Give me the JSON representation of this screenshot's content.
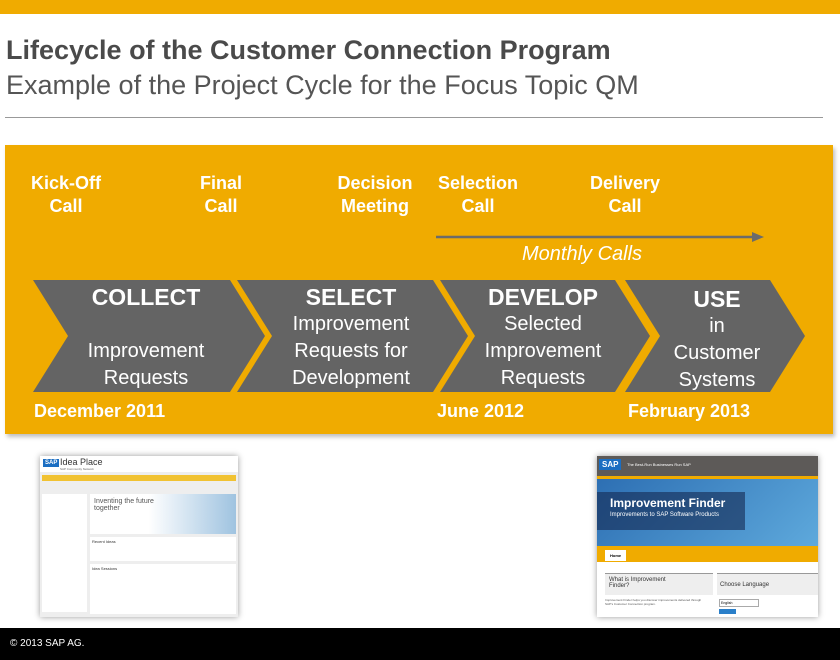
{
  "header": {
    "title": "Lifecycle of the Customer Connection Program",
    "subtitle": "Example of the Project Cycle for the Focus Topic QM"
  },
  "calls": [
    {
      "line1": "Kick-Off",
      "line2": "Call"
    },
    {
      "line1": "Final",
      "line2": "Call"
    },
    {
      "line1": "Decision",
      "line2": "Meeting"
    },
    {
      "line1": "Selection",
      "line2": "Call"
    },
    {
      "line1": "Delivery",
      "line2": "Call"
    }
  ],
  "monthly": "Monthly Calls",
  "phases": [
    {
      "head": "COLLECT",
      "l1": "",
      "l2": "Improvement",
      "l3": "Requests"
    },
    {
      "head": "SELECT",
      "l1": "Improvement",
      "l2": "Requests for",
      "l3": "Development"
    },
    {
      "head": "DEVELOP",
      "l1": "Selected",
      "l2": "Improvement",
      "l3": "Requests"
    },
    {
      "head": "USE",
      "l1": "in",
      "l2": "Customer",
      "l3": "Systems"
    }
  ],
  "dates": [
    "December 2011",
    "June 2012",
    "February 2013"
  ],
  "thumb_left": {
    "title": "Idea Place",
    "sub": "SAP Community Network",
    "banner": "Inventing the future together",
    "recent": "Recent Ideas",
    "sessions": "Idea Sessions",
    "logo": "SAP"
  },
  "thumb_right": {
    "tagline": "The Best-Run Businesses Run SAP",
    "title": "Improvement Finder",
    "sub": "Improvements to SAP Software Products",
    "tab": "Home",
    "what": "What is Improvement Finder?",
    "choose": "Choose Language",
    "lang": "English",
    "desc": "Improvement Finder helps you discover improvements delivered through SAP's Customer Connection program.",
    "logo": "SAP"
  },
  "footer": "© 2013 SAP AG.",
  "colors": {
    "accent": "#F0AB00",
    "chevron": "#646464"
  }
}
